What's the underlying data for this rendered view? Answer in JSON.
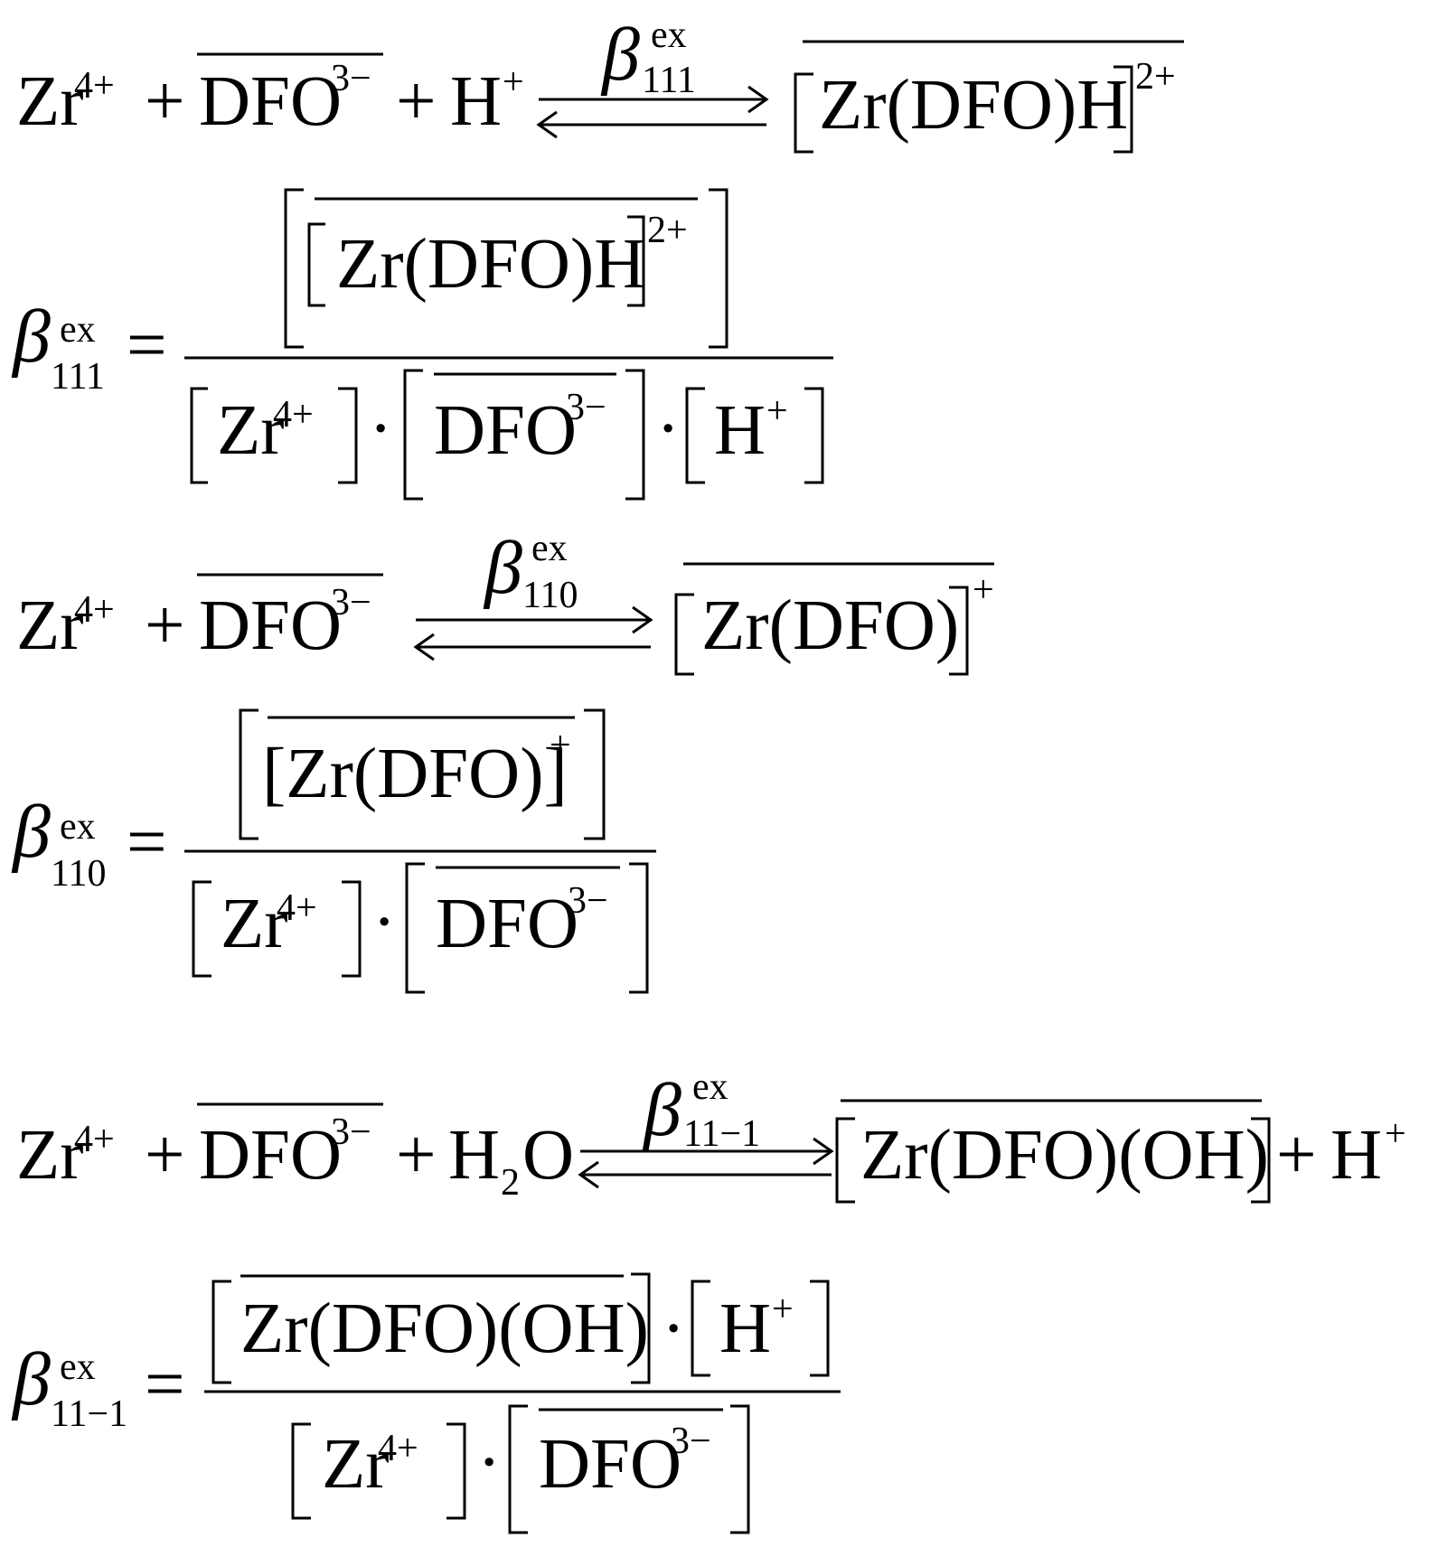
{
  "sp": {
    "zr": "Zr",
    "zr_charge": "4+",
    "dfo": "DFO",
    "dfo_charge": "3−",
    "h": "H",
    "plus_sign": "+",
    "zrdfoh": "Zr(DFO)H",
    "charge_2plus": "2+",
    "zrdfo": "Zr(DFO)",
    "zrdfo_bracket": "[Zr(DFO)]",
    "zrdfooh": "Zr(DFO)(OH)",
    "h2o_h": "H",
    "h2o_sub": "2",
    "h2o_o": "O"
  },
  "op": {
    "plus": "+",
    "equals": "=",
    "dot": "·"
  },
  "beta": {
    "symbol": "β",
    "sup": "ex",
    "sub_111": "111",
    "sub_110": "110",
    "sub_11m1": "11−1"
  }
}
